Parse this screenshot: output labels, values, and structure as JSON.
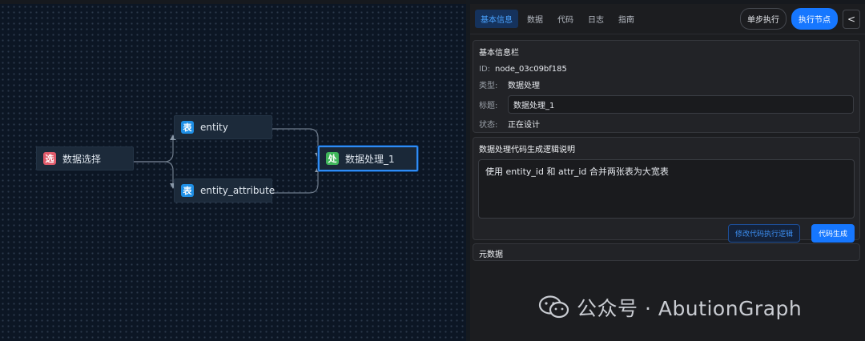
{
  "canvas": {
    "nodes": [
      {
        "name": "data-select-node",
        "tag": "选",
        "tag_color": "#e05a6a",
        "label": "数据选择"
      },
      {
        "name": "entity-node",
        "tag": "表",
        "tag_color": "#1e8fe6",
        "label": "entity"
      },
      {
        "name": "entity-attribute-node",
        "tag": "表",
        "tag_color": "#1e8fe6",
        "label": "entity_attribute"
      },
      {
        "name": "data-processing-node",
        "tag": "处",
        "tag_color": "#3fb55a",
        "label": "数据处理_1"
      }
    ]
  },
  "panel": {
    "tabs": [
      {
        "label": "基本信息",
        "active": true
      },
      {
        "label": "数据"
      },
      {
        "label": "代码"
      },
      {
        "label": "日志"
      },
      {
        "label": "指南"
      }
    ],
    "step_button": "单步执行",
    "run_button": "执行节点",
    "collapse_button": "<",
    "basic_info": {
      "title": "基本信息栏",
      "id_key": "ID:",
      "id_value": "node_03c09bf185",
      "type_key": "类型:",
      "type_value": "数据处理",
      "title_key": "标题:",
      "title_value": "数据处理_1",
      "status_key": "状态:",
      "status_value": "正在设计"
    },
    "logic": {
      "title": "数据处理代码生成逻辑说明",
      "text": "使用 entity_id 和 attr_id 合并两张表为大宽表",
      "modify_button": "修改代码执行逻辑",
      "generate_button": "代码生成"
    },
    "metadata": {
      "title": "元数据"
    }
  },
  "watermark": {
    "text": "公众号 · AbutionGraph",
    "icon": "wechat-icon"
  },
  "colors": {
    "accent": "#1677ff",
    "selected_border": "#2f8cf5"
  }
}
